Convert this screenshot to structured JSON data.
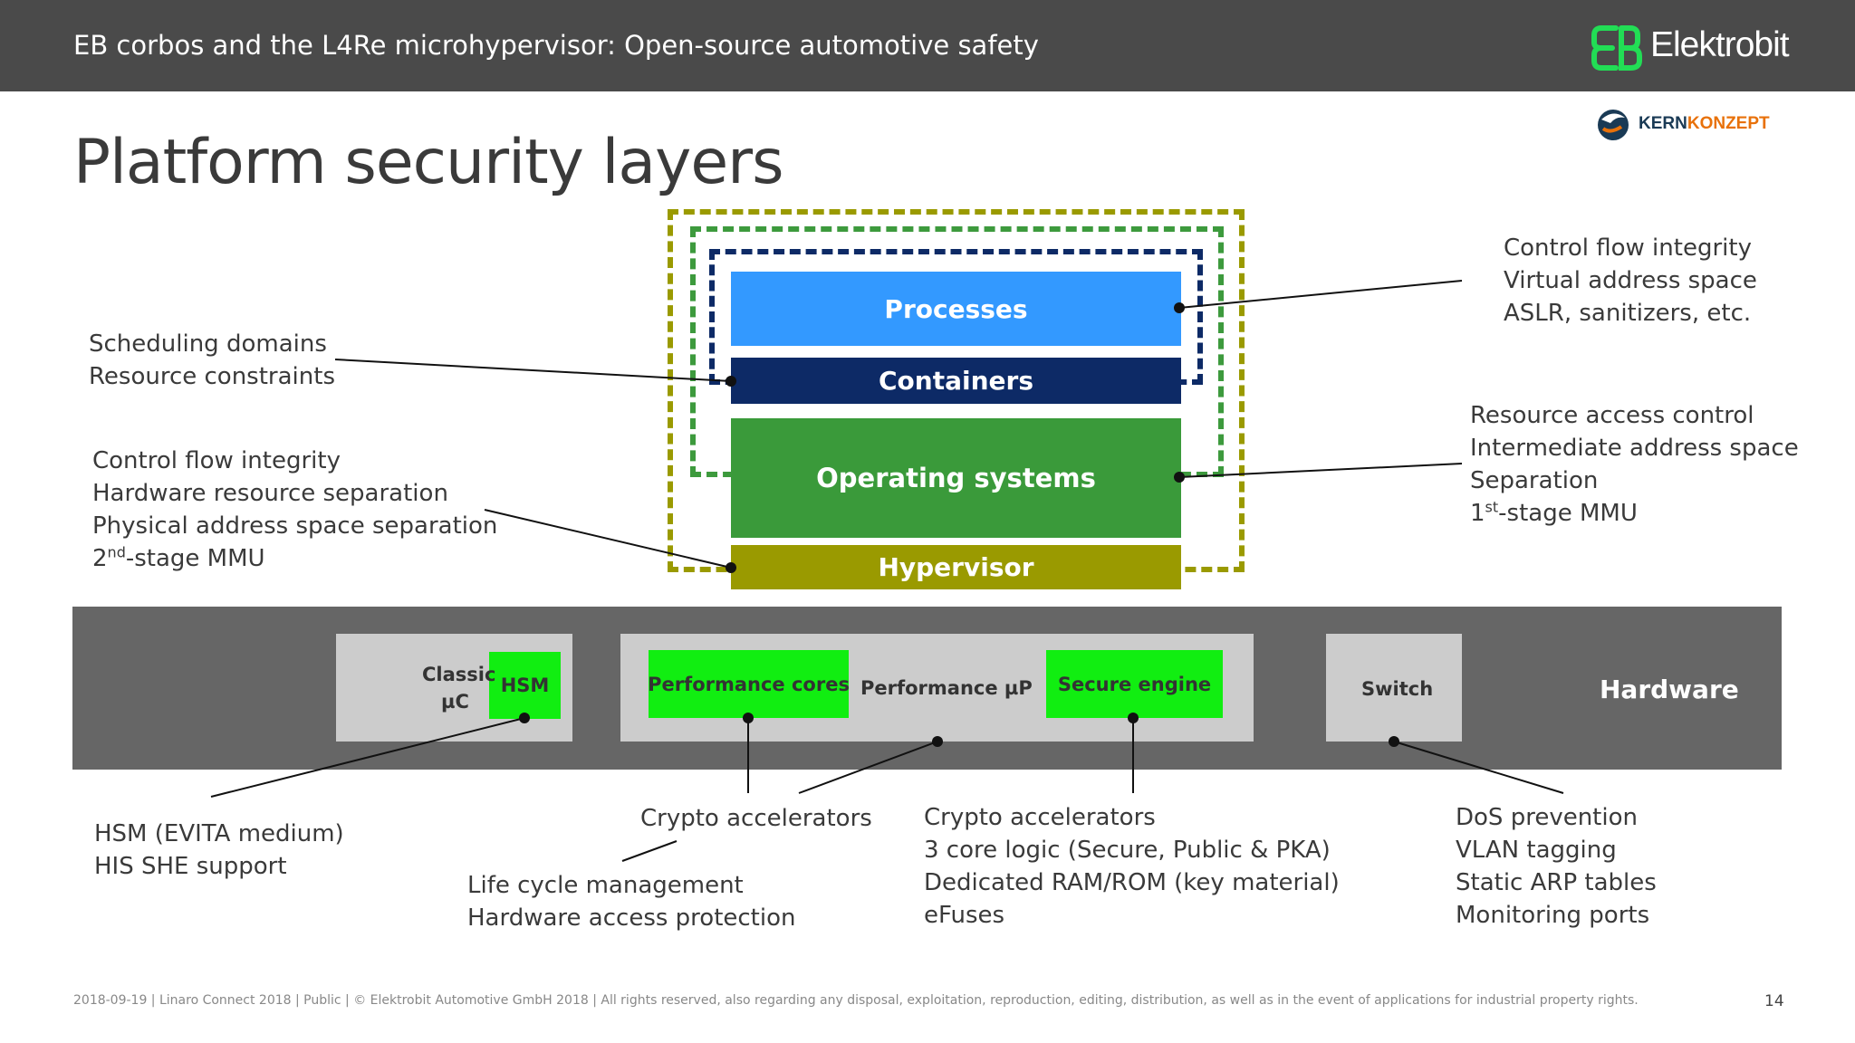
{
  "header": {
    "title": "EB corbos and the L4Re microhypervisor: Open-source automotive safety",
    "brand": "Elektrobit",
    "partner_a": "KERN",
    "partner_b": "KONZEPT"
  },
  "slide": {
    "title": "Platform security layers",
    "page_number": "14",
    "footer": "2018-09-19 | Linaro Connect 2018 | Public | © Elektrobit Automotive GmbH 2018 | All rights reserved, also regarding any disposal,  exploitation, reproduction, editing, distribution, as well as in the event of applications for industrial property rights."
  },
  "layers": {
    "processes": "Processes",
    "containers": "Containers",
    "operating_systems": "Operating systems",
    "hypervisor": "Hypervisor"
  },
  "hardware": {
    "label": "Hardware",
    "classic_1": "Classic",
    "classic_2": "µC",
    "hsm": "HSM",
    "performance_cores": "Performance cores",
    "performance_up": "Performance µP",
    "secure_engine": "Secure engine",
    "switch": "Switch"
  },
  "annotations": {
    "scheduling": [
      "Scheduling domains",
      "Resource constraints"
    ],
    "hypervisor": [
      "Control flow integrity",
      "Hardware resource separation",
      "Physical address space separation"
    ],
    "hypervisor_mmu": {
      "num": "2",
      "sup": "nd",
      "rest": "-stage MMU"
    },
    "processes": [
      "Control flow integrity",
      "Virtual address space",
      "ASLR, sanitizers, etc."
    ],
    "os": [
      "Resource access control",
      "Intermediate address space",
      "Separation"
    ],
    "os_mmu": {
      "num": "1",
      "sup": "st",
      "rest": "-stage MMU"
    },
    "hsm": [
      "HSM (EVITA medium)",
      "HIS SHE support"
    ],
    "perf_cores": [
      "Crypto accelerators"
    ],
    "perf_up": [
      "Life cycle management",
      "Hardware access protection"
    ],
    "secure_engine": [
      "Crypto accelerators",
      "3 core logic (Secure, Public & PKA)",
      "Dedicated RAM/ROM (key material)",
      "eFuses"
    ],
    "switch": [
      "DoS prevention",
      "VLAN tagging",
      "Static ARP tables",
      "Monitoring ports"
    ]
  },
  "colors": {
    "processes": "#3399ff",
    "containers": "#0d2a66",
    "operating_systems": "#3a9a3a",
    "hypervisor": "#9a9a00",
    "hardware": "#666666",
    "accent_green": "#11ee11"
  }
}
